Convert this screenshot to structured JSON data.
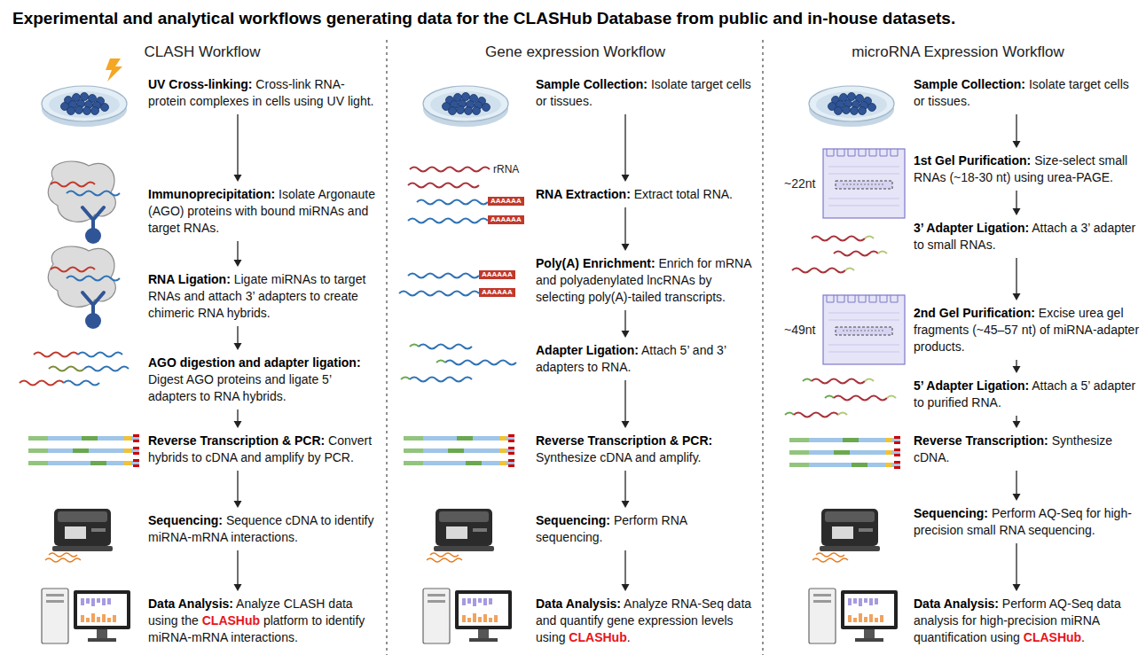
{
  "diagram": {
    "title": "Experimental and analytical workflows generating data for the CLASHub Database from public and in-house datasets.",
    "nodes": [
      {
        "text": [
          "UV Cross-linking:",
          "Cross-link RNA-protein complexes in cells using UV light."
        ]
      },
      {
        "text": [
          "Immunoprecipitation:",
          "Isolate Argonaute (AGO) proteins with bound miRNAs and target RNAs."
        ]
      },
      {
        "text": [
          "RNA Ligation:",
          "Ligate miRNAs to target RNAs and attach 3’ adapters to create chimeric RNA hybrids."
        ]
      },
      {
        "text": [
          "AGO digestion and adapter ligation:",
          "Digest AGO proteins and ligate 5’ adapters to RNA hybrids."
        ]
      },
      {
        "text": [
          "Reverse Transcription & PCR:",
          "Convert hybrids to cDNA and amplify by PCR."
        ]
      },
      {
        "text": [
          "Sequencing:",
          "Sequence cDNA to identify miRNA-mRNA interactions."
        ]
      },
      {
        "text": [
          "Data Analysis:",
          "Analyze CLASH data using the",
          "CLASHub",
          "platform to identify miRNA-mRNA interactions."
        ]
      },
      {
        "text": [
          "Sample Collection:",
          "Isolate target cells or tissues."
        ]
      },
      {
        "text": [
          "RNA Extraction:",
          "Extract total RNA."
        ]
      },
      {
        "text": [
          "Poly(A) Enrichment:",
          "Enrich for mRNA and polyadenylated lncRNAs by selecting poly(A)-tailed transcripts."
        ]
      },
      {
        "text": [
          "Adapter Ligation:",
          "Attach 5’ and 3’ adapters to RNA."
        ]
      },
      {
        "text": [
          "Reverse Transcription & PCR:",
          "Synthesize cDNA and amplify."
        ]
      },
      {
        "text": [
          "Sequencing:",
          "Perform RNA sequencing."
        ]
      },
      {
        "text": [
          "Data Analysis:",
          "Analyze RNA-Seq data and quantify gene expression levels using",
          "CLASHub",
          "."
        ]
      },
      {
        "text": [
          "Sample Collection:",
          "Isolate target cells or tissues."
        ]
      },
      {
        "text": [
          "1st Gel Purification:",
          "Size-select small RNAs (~18-30 nt) using urea-PAGE."
        ]
      },
      {
        "text": [
          "3’ Adapter Ligation:",
          "Attach a 3’ adapter to small RNAs."
        ]
      },
      {
        "text": [
          "2nd Gel Purification:",
          "Excise urea gel fragments (~45–57 nt) of miRNA-adapter products."
        ]
      },
      {
        "text": [
          "5’ Adapter Ligation:",
          "Attach a 5’ adapter to purified RNA."
        ]
      },
      {
        "text": [
          "Reverse Transcription:",
          "Synthesize cDNA."
        ]
      },
      {
        "text": [
          "Sequencing:",
          "Perform AQ-Seq for high-precision small RNA sequencing."
        ]
      },
      {
        "text": [
          "Data Analysis:",
          "Perform AQ-Seq data analysis for high-precision miRNA quantification using",
          "CLASHub",
          "."
        ]
      }
    ],
    "edges": [
      {
        "from": 0,
        "to": 1,
        "arrow": "to"
      },
      {
        "from": 1,
        "to": 2,
        "arrow": "to"
      },
      {
        "from": 2,
        "to": 3,
        "arrow": "to"
      },
      {
        "from": 3,
        "to": 4,
        "arrow": "to"
      },
      {
        "from": 4,
        "to": 5,
        "arrow": "to"
      },
      {
        "from": 5,
        "to": 6,
        "arrow": "to"
      },
      {
        "from": 7,
        "to": 8,
        "arrow": "to"
      },
      {
        "from": 8,
        "to": 9,
        "arrow": "to"
      },
      {
        "from": 9,
        "to": 10,
        "arrow": "to"
      },
      {
        "from": 10,
        "to": 11,
        "arrow": "to"
      },
      {
        "from": 11,
        "to": 12,
        "arrow": "to"
      },
      {
        "from": 12,
        "to": 13,
        "arrow": "to"
      },
      {
        "from": 14,
        "to": 15,
        "arrow": "to"
      },
      {
        "from": 15,
        "to": 16,
        "arrow": "to"
      },
      {
        "from": 16,
        "to": 17,
        "arrow": "to"
      },
      {
        "from": 17,
        "to": 18,
        "arrow": "to"
      },
      {
        "from": 18,
        "to": 19,
        "arrow": "to"
      },
      {
        "from": 19,
        "to": 20,
        "arrow": "to"
      },
      {
        "from": 20,
        "to": 21,
        "arrow": "to"
      }
    ],
    "labels": [
      "CLASH Workflow",
      "Gene expression Workflow",
      "microRNA Expression Workflow",
      "rRNA",
      "AAAAAA",
      "AAAAAA",
      "AAAAAA",
      "AAAAAA",
      "~22nt",
      "~49nt"
    ]
  }
}
